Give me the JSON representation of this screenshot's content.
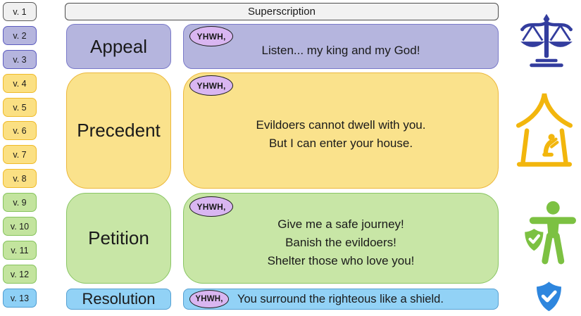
{
  "palette": {
    "purple": "#b5b5de",
    "purple_border": "#6a6ac0",
    "yellow": "#fae28c",
    "yellow_border": "#ecb83c",
    "green": "#c8e6a6",
    "green_border": "#8ac564",
    "blue": "#92d2f6",
    "blue_border": "#55a0d2",
    "gray": "#f2f2f2",
    "gray_border": "#4d4d4d",
    "yhwh_oval": "#d9b6f1",
    "scales_icon": "#333d9e",
    "tent_icon": "#f2b60d",
    "person_icon": "#7cc142",
    "shield_icon": "#2e86de",
    "text": "#1a1a1a"
  },
  "superscription": {
    "label": "Superscription"
  },
  "verses": [
    {
      "label": "v. 1",
      "group": "gray"
    },
    {
      "label": "v. 2",
      "group": "purple"
    },
    {
      "label": "v. 3",
      "group": "purple"
    },
    {
      "label": "v. 4",
      "group": "yellow"
    },
    {
      "label": "v. 5",
      "group": "yellow"
    },
    {
      "label": "v. 6",
      "group": "yellow"
    },
    {
      "label": "v. 7",
      "group": "yellow"
    },
    {
      "label": "v. 8",
      "group": "yellow"
    },
    {
      "label": "v. 9",
      "group": "green"
    },
    {
      "label": "v. 10",
      "group": "green"
    },
    {
      "label": "v. 11",
      "group": "green"
    },
    {
      "label": "v. 12",
      "group": "green"
    },
    {
      "label": "v. 13",
      "group": "blue"
    }
  ],
  "sections": [
    {
      "label": "Appeal",
      "yhwh": "YHWH,",
      "color": "purple",
      "icon": "scales-of-justice",
      "lines": [
        "Listen... my king and my God!"
      ]
    },
    {
      "label": "Precedent",
      "yhwh": "YHWH,",
      "color": "yellow",
      "icon": "tent-with-praying-person",
      "lines": [
        "Evildoers cannot dwell with you.",
        "But I can enter your house."
      ]
    },
    {
      "label": "Petition",
      "yhwh": "YHWH,",
      "color": "green",
      "icon": "person-with-shield",
      "lines": [
        "Give me a safe journey!",
        "Banish the evildoers!",
        "Shelter those who love you!"
      ]
    },
    {
      "label": "Resolution",
      "yhwh": "YHWH,",
      "color": "blue",
      "icon": "shield-with-checkmark",
      "lines": [
        "You surround the righteous like a shield."
      ]
    }
  ]
}
